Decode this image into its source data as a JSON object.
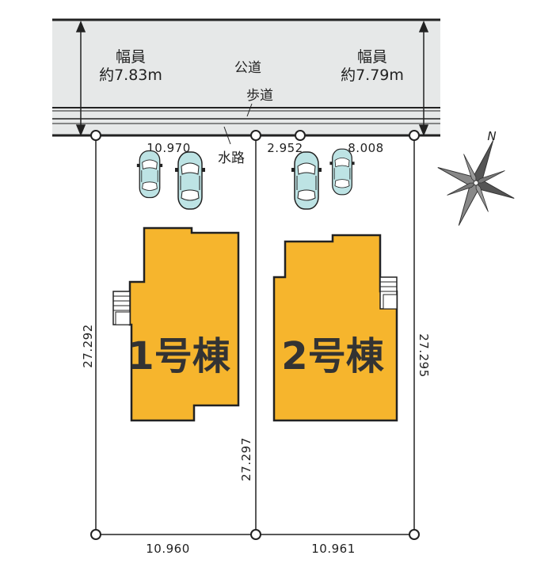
{
  "road": {
    "label": "公道",
    "sidewalk": "歩道",
    "channel": "水路",
    "width_left": {
      "label": "幅員",
      "value": "約7.83m"
    },
    "width_right": {
      "label": "幅員",
      "value": "約7.79m"
    }
  },
  "frontage": {
    "lot1": "10.970",
    "lot2_left": "2.952",
    "lot2_right": "8.008"
  },
  "depth": {
    "left": "27.292",
    "middle": "27.297",
    "right": "27.295"
  },
  "bottom": {
    "lot1": "10.960",
    "lot2": "10.961"
  },
  "buildings": {
    "lot1": "1号棟",
    "lot2": "2号棟"
  },
  "compass": {
    "label": "N"
  },
  "colors": {
    "building": "#F6B52D",
    "road": "#E6E8E8",
    "car": "#BDE3E4"
  }
}
